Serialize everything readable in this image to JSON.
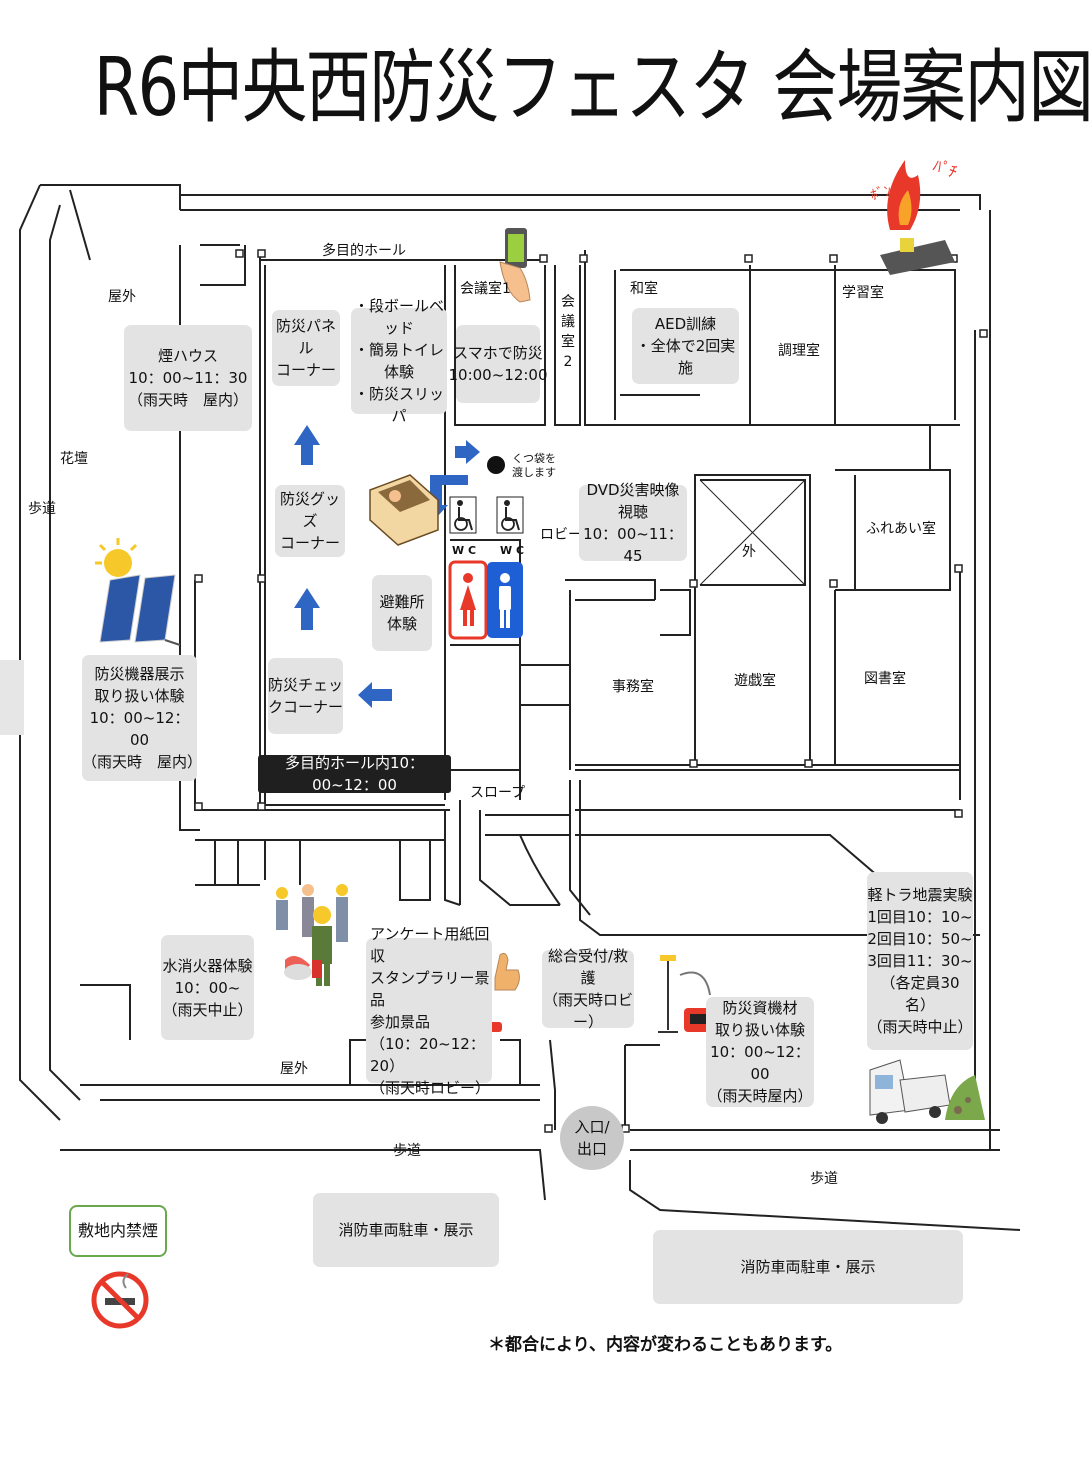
{
  "title": "R6中央西防災フェスタ 会場案内図",
  "labels": {
    "outdoor_top": "屋外",
    "flowerbed": "花壇",
    "sidewalk_left": "歩道",
    "multipurpose_hall": "多目的ホール",
    "meeting_room_1": "会議室1",
    "meeting_room_2": "会議室2",
    "japanese_room": "和室",
    "study_room": "学習室",
    "cooking_room": "調理室",
    "shoe_bag": "くつ袋を\n渡します",
    "lobby": "ロビー",
    "outside_void": "外",
    "fureai_room": "ふれあい室",
    "office": "事務室",
    "playroom": "遊戯室",
    "library": "図書室",
    "slope": "スロープ",
    "outdoor_bottom": "屋外",
    "sidewalk_bottom_left": "歩道",
    "sidewalk_bottom_right": "歩道",
    "wc_left": "W C",
    "wc_right": "W C"
  },
  "boxes": {
    "smoke_house": "煙ハウス\n10：00~11：30\n（雨天時　屋内）",
    "panel_corner": "防災パネル\nコーナー",
    "cardboard_bed": "・段ボールベッド\n・簡易トイレ体験\n・防災スリッパ",
    "smartphone": "スマホで防災\n10:00~12:00",
    "aed": "AED訓練\n・全体で2回実施",
    "goods_corner": "防災グッズ\nコーナー",
    "dvd": "DVD災害映像視聴\n10：00~11：45",
    "shelter": "避難所\n体験",
    "check_corner": "防災チェッ\nクコーナー",
    "equipment_display": "防災機器展示\n取り扱い体験\n10：00~12：00\n（雨天時　屋内）",
    "hall_time": "多目的ホール内10：00~12：00",
    "extinguisher": "水消火器体験\n10：00~\n（雨天中止）",
    "survey": "アンケート用紙回収\nスタンプラリー景品\n参加景品\n（10：20~12：20）\n（雨天時ロビー）",
    "reception": "総合受付/救護\n（雨天時ロビー）",
    "materials": "防災資機材\n取り扱い体験\n10：00~12：00\n（雨天時屋内）",
    "earthquake": "軽トラ地震実験\n1回目10：10~\n2回目10：50~\n3回目11：30~\n（各定員30名）\n（雨天時中止）",
    "entrance": "入口/\n出口",
    "fire_truck_left": "消防車両駐車・展示",
    "fire_truck_right": "消防車両駐車・展示",
    "no_smoking": "敷地内禁煙"
  },
  "note": "＊都合により、内容が変わることもあります。",
  "colors": {
    "wc_female": "#e8382a",
    "wc_male": "#1f5fd6",
    "arrow": "#2f66c4",
    "green_border": "#6aa84f"
  },
  "icons": [
    "solar-panel-icon",
    "smartphone-icon",
    "firecracker-icon",
    "sleeping-box-icon",
    "wheelchair-icon",
    "female-toilet-icon",
    "male-toilet-icon",
    "firefighters-icon",
    "thumbs-up-icon",
    "generator-icon",
    "kei-truck-icon",
    "landslide-icon",
    "no-smoking-icon"
  ]
}
